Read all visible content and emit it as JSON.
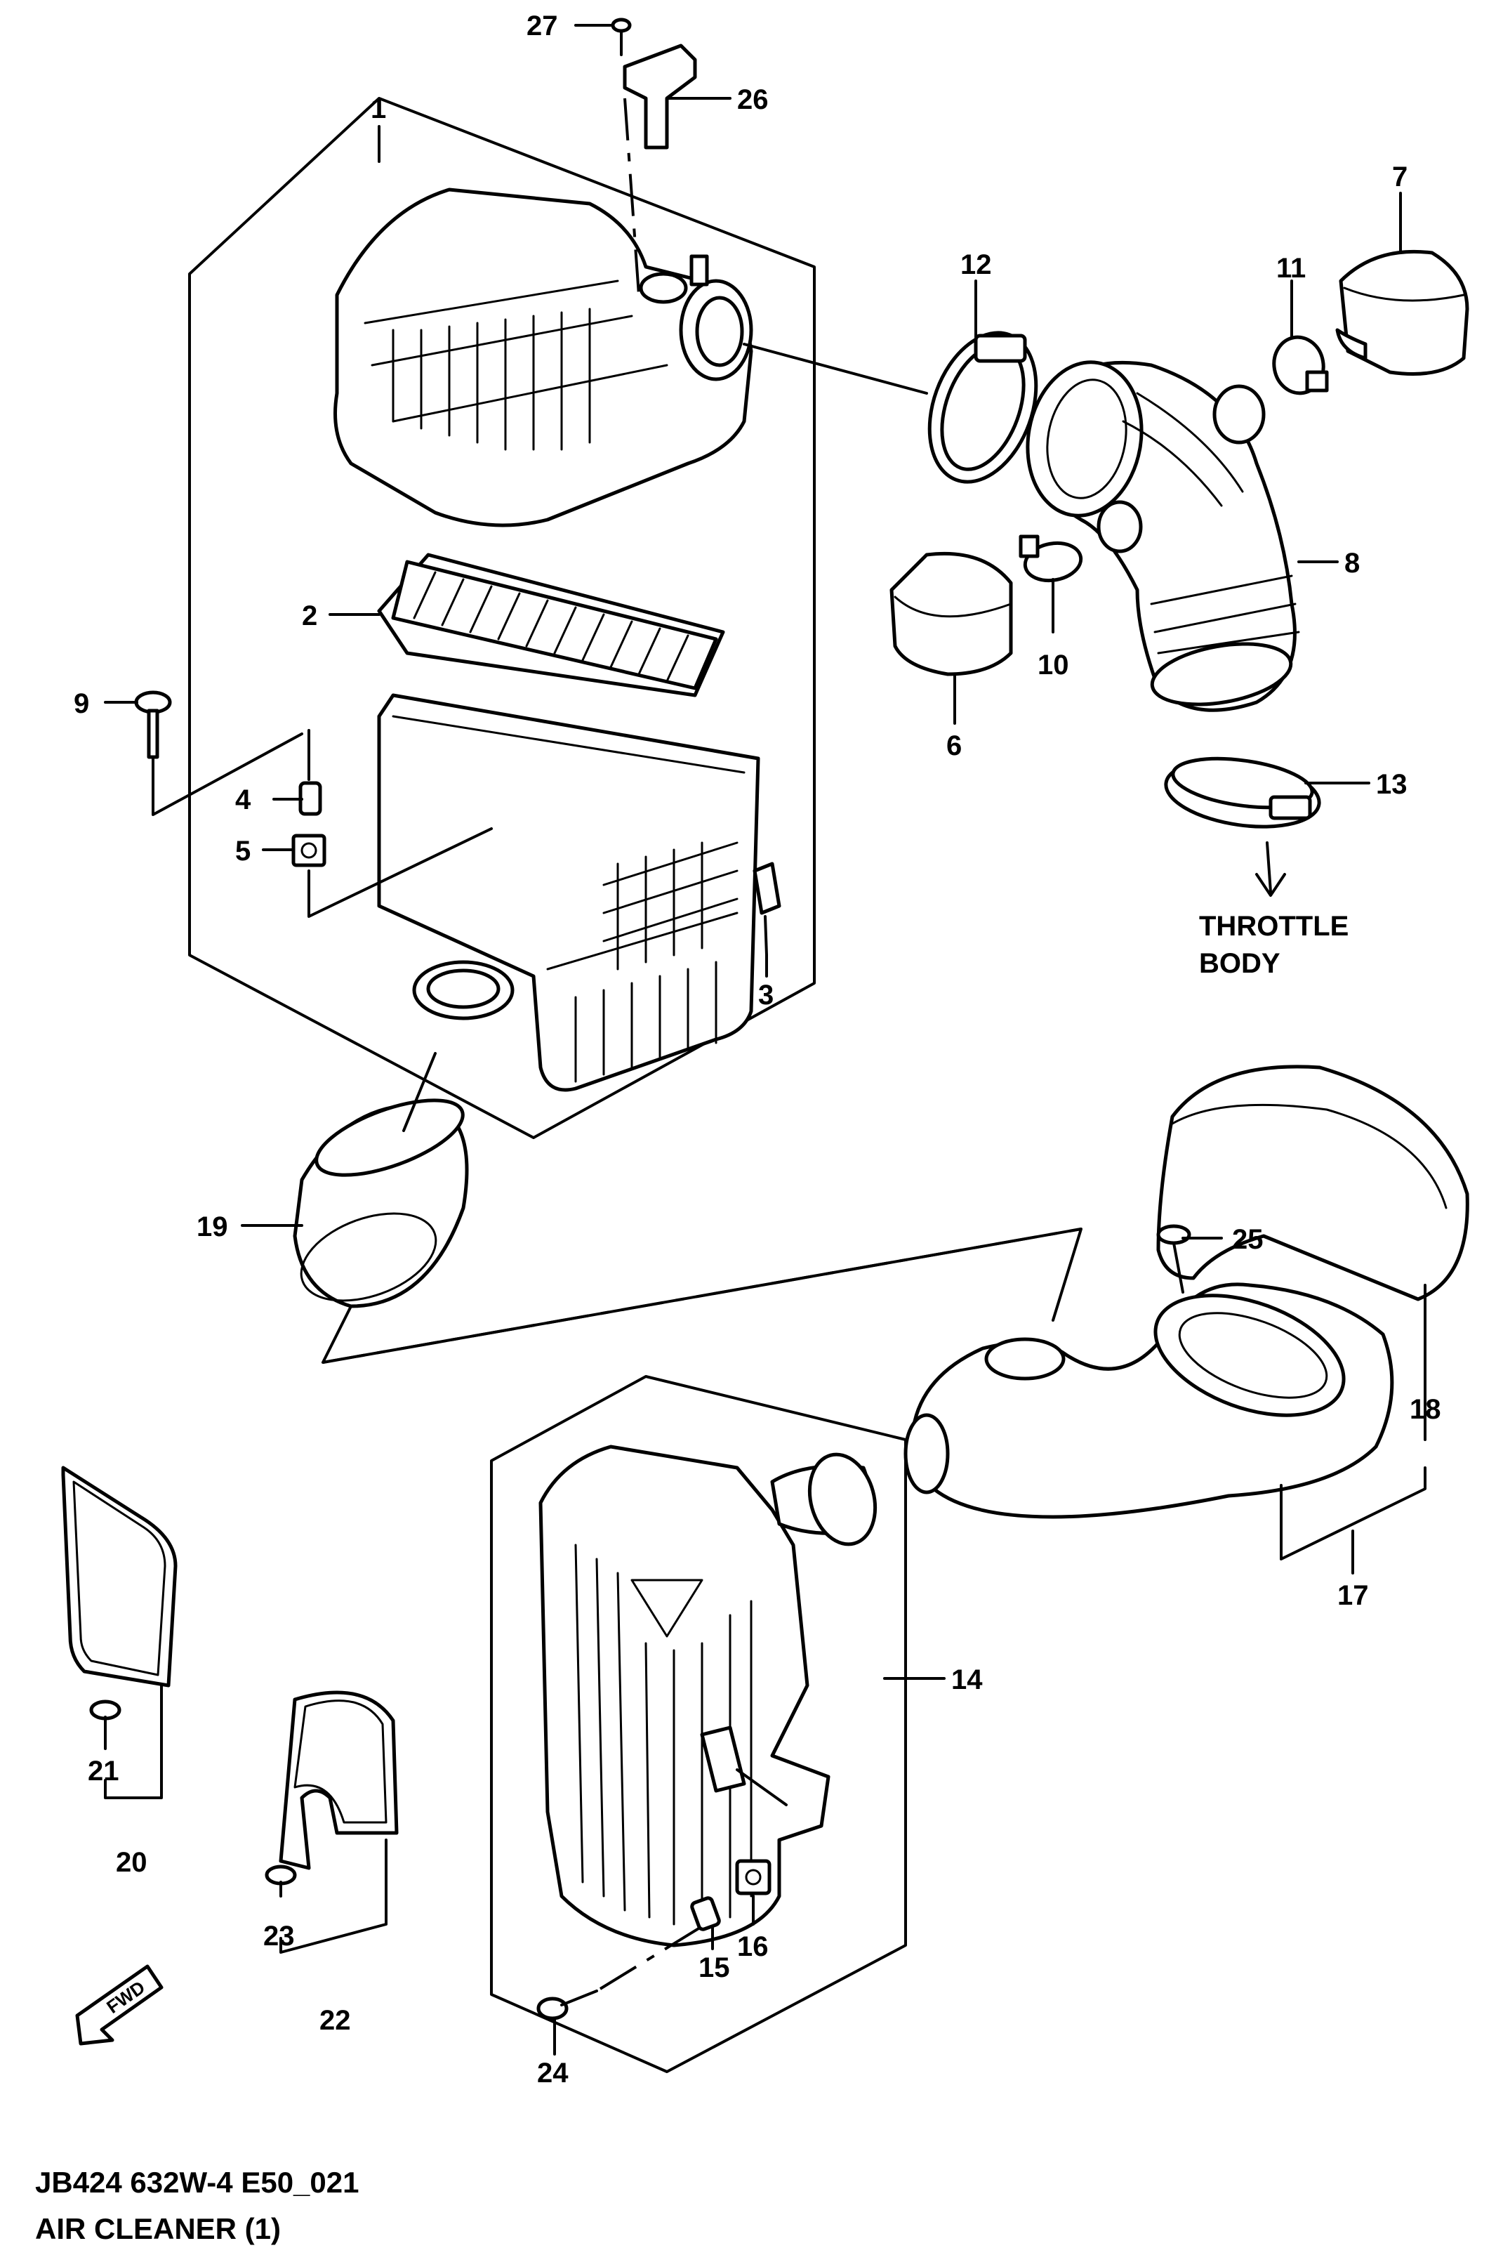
{
  "diagram": {
    "footer": {
      "code": "JB424 632W-4 E50_021",
      "title": "AIR CLEANER (1)"
    },
    "destination": {
      "line1": "THROTTLE",
      "line2": "BODY"
    },
    "fwd_label": "FWD",
    "callouts": {
      "n1": "1",
      "n2": "2",
      "n3": "3",
      "n4": "4",
      "n5": "5",
      "n6": "6",
      "n7": "7",
      "n8": "8",
      "n9": "9",
      "n10": "10",
      "n11": "11",
      "n12": "12",
      "n13": "13",
      "n14": "14",
      "n15": "15",
      "n16": "16",
      "n17": "17",
      "n18": "18",
      "n19": "19",
      "n20": "20",
      "n21": "21",
      "n22": "22",
      "n23": "23",
      "n24": "24",
      "n25": "25",
      "n26": "26",
      "n27": "27"
    }
  }
}
